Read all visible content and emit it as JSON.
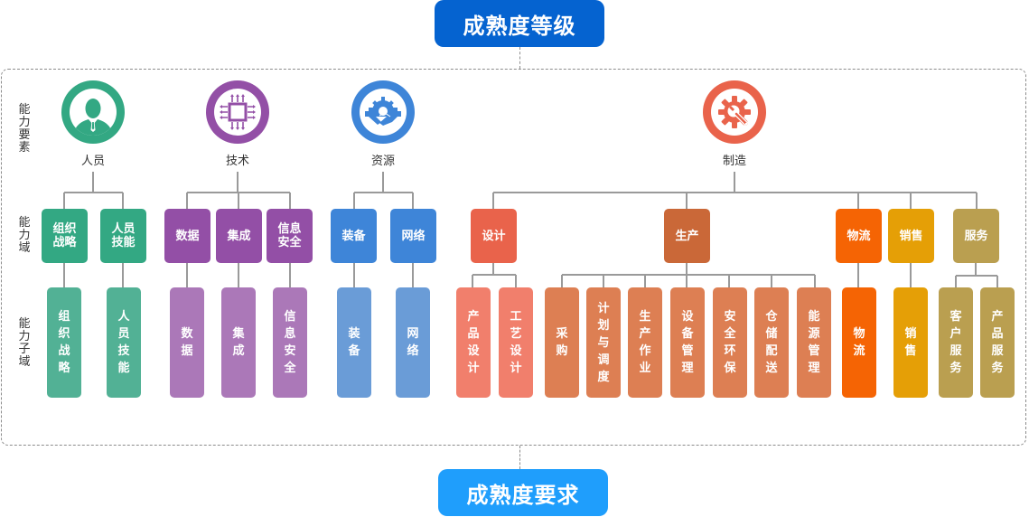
{
  "header": {
    "title": "成熟度等级",
    "color": "#0563d0"
  },
  "footer": {
    "title": "成熟度要求",
    "color": "#1f9efc"
  },
  "row_labels": {
    "elements": "能力要素",
    "domains": "能力域",
    "subdomains": "能力子域"
  },
  "elements": [
    {
      "id": "people",
      "label": "人员",
      "icon": "person-icon",
      "color": "#33a883",
      "domains": [
        {
          "label": "组织战略",
          "color": "#33a883",
          "subdomains": [
            {
              "label": "组织战略",
              "color": "#52b195"
            }
          ]
        },
        {
          "label": "人员技能",
          "color": "#33a883",
          "subdomains": [
            {
              "label": "人员技能",
              "color": "#52b195"
            }
          ]
        }
      ]
    },
    {
      "id": "technology",
      "label": "技术",
      "icon": "chip-icon",
      "color": "#934fa6",
      "domains": [
        {
          "label": "数据",
          "color": "#934fa6",
          "subdomains": [
            {
              "label": "数据",
              "color": "#ab78b8"
            }
          ]
        },
        {
          "label": "集成",
          "color": "#934fa6",
          "subdomains": [
            {
              "label": "集成",
              "color": "#ab78b8"
            }
          ]
        },
        {
          "label": "信息安全",
          "color": "#934fa6",
          "subdomains": [
            {
              "label": "信息安全",
              "color": "#ab78b8"
            }
          ]
        }
      ]
    },
    {
      "id": "resources",
      "label": "资源",
      "icon": "handshake-gear-icon",
      "color": "#3e85d8",
      "domains": [
        {
          "label": "装备",
          "color": "#3e85d8",
          "subdomains": [
            {
              "label": "装备",
              "color": "#6a9cd7"
            }
          ]
        },
        {
          "label": "网络",
          "color": "#3e85d8",
          "subdomains": [
            {
              "label": "网络",
              "color": "#6a9cd7"
            }
          ]
        }
      ]
    },
    {
      "id": "manufacturing",
      "label": "制造",
      "icon": "gear-wrench-icon",
      "color": "#e9634b",
      "domains": [
        {
          "label": "设计",
          "color": "#e9634b",
          "subdomains": [
            {
              "label": "产品设计",
              "color": "#f17f6c"
            },
            {
              "label": "工艺设计",
              "color": "#f17f6c"
            }
          ]
        },
        {
          "label": "生产",
          "color": "#ca6838",
          "subdomains": [
            {
              "label": "采购",
              "color": "#dd7f53"
            },
            {
              "label": "计划与调度",
              "color": "#dd7f53"
            },
            {
              "label": "生产作业",
              "color": "#dd7f53"
            },
            {
              "label": "设备管理",
              "color": "#dd7f53"
            },
            {
              "label": "安全环保",
              "color": "#dd7f53"
            },
            {
              "label": "仓储配送",
              "color": "#dd7f53"
            },
            {
              "label": "能源管理",
              "color": "#dd7f53"
            }
          ]
        },
        {
          "label": "物流",
          "color": "#f56404",
          "subdomains": [
            {
              "label": "物流",
              "color": "#f56404"
            }
          ]
        },
        {
          "label": "销售",
          "color": "#e59f06",
          "subdomains": [
            {
              "label": "销售",
              "color": "#e59f06"
            }
          ]
        },
        {
          "label": "服务",
          "color": "#ba9f50",
          "subdomains": [
            {
              "label": "客户服务",
              "color": "#ba9f50"
            },
            {
              "label": "产品服务",
              "color": "#ba9f50"
            }
          ]
        }
      ]
    }
  ]
}
